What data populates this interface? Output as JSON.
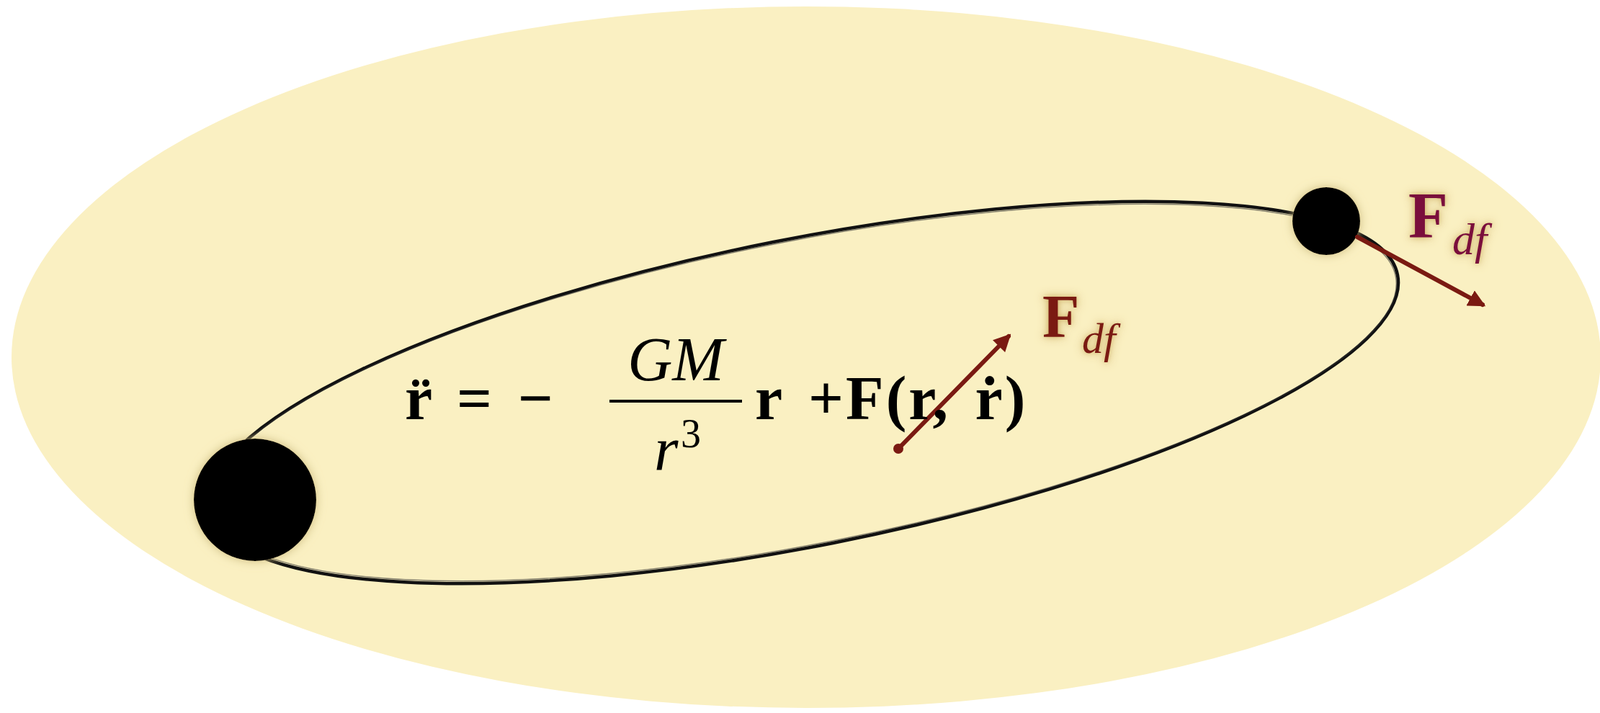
{
  "diagram": {
    "labels": [
      "r̈ = −",
      "GM",
      "r",
      "3",
      "r +F(r, ṙ)",
      "F",
      "df",
      "F",
      "df"
    ]
  }
}
